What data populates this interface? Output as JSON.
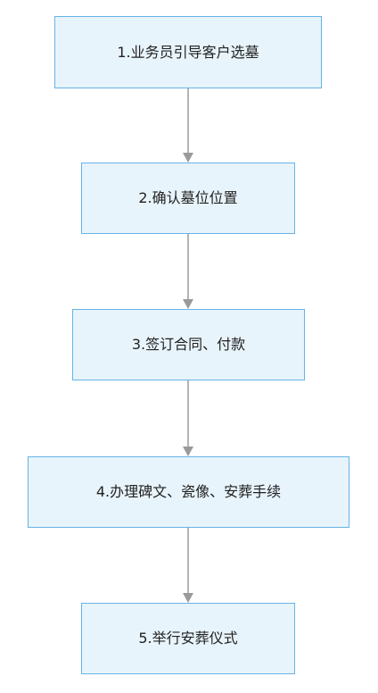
{
  "steps": [
    {
      "label": "1.业务员引导客户选墓"
    },
    {
      "label": "2.确认墓位位置"
    },
    {
      "label": "3.签订合同、付款"
    },
    {
      "label": "4.办理碑文、瓷像、安葬手续"
    },
    {
      "label": "5.举行安葬仪式"
    }
  ],
  "colors": {
    "box_fill": "#e8f4fb",
    "box_border": "#66b3e8",
    "arrow": "#9a9a9a",
    "text": "#222222"
  }
}
